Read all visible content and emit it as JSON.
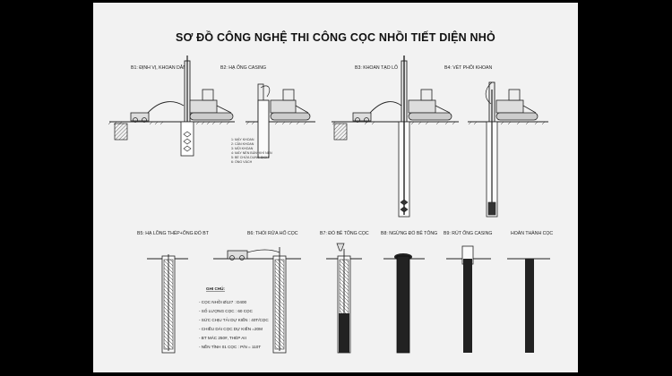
{
  "title": "SƠ ĐỒ CÔNG NGHỆ THI CÔNG CỌC NHỒI TIẾT DIỆN NHỎ",
  "steps_row1": [
    "B1: ĐỊNH VỊ, KHOAN DẪN",
    "B2: HẠ ỐNG CASING",
    "B3: KHOAN TẠO LỖ",
    "B4: VÉT PHỖI KHOAN"
  ],
  "steps_row2": [
    "B5: HẠ LỒNG THÉP+ỐNG ĐỔ BT",
    "B6: THỔI RỬA HỐ CỌC",
    "B7: ĐỔ BÊ TÔNG CỌC",
    "B8: NGỪNG ĐỔ BÊ TÔNG",
    "B9: RÚT ỐNG CASING",
    "HOÀN THÀNH CỌC"
  ],
  "legend_items": [
    "1: MÁY KHOAN",
    "2: CẦN KHOAN",
    "3: MŨI KHOAN",
    "4: MÁY NÉN BÙN+KHÍ NÉN",
    "5: BỂ CHỨA DUNG DỊCH",
    "6: ỐNG VÁCH"
  ],
  "notes": {
    "heading": "GHI CHÚ:",
    "items": [
      "- CỌC NHỒI Ø127 : D400",
      "- SỐ LƯỢNG CỌC : 60 CỌC",
      "- SỨC CHỊU TẢI DỰ KIẾN : 40T/CỌC",
      "- CHIỀU DÀI CỌC DỰ KIẾN =20M",
      "- BT MÁC 250#, THÉP AII",
      "- NỀN TĨNH 01 CỌC : P/N = 110T"
    ]
  }
}
